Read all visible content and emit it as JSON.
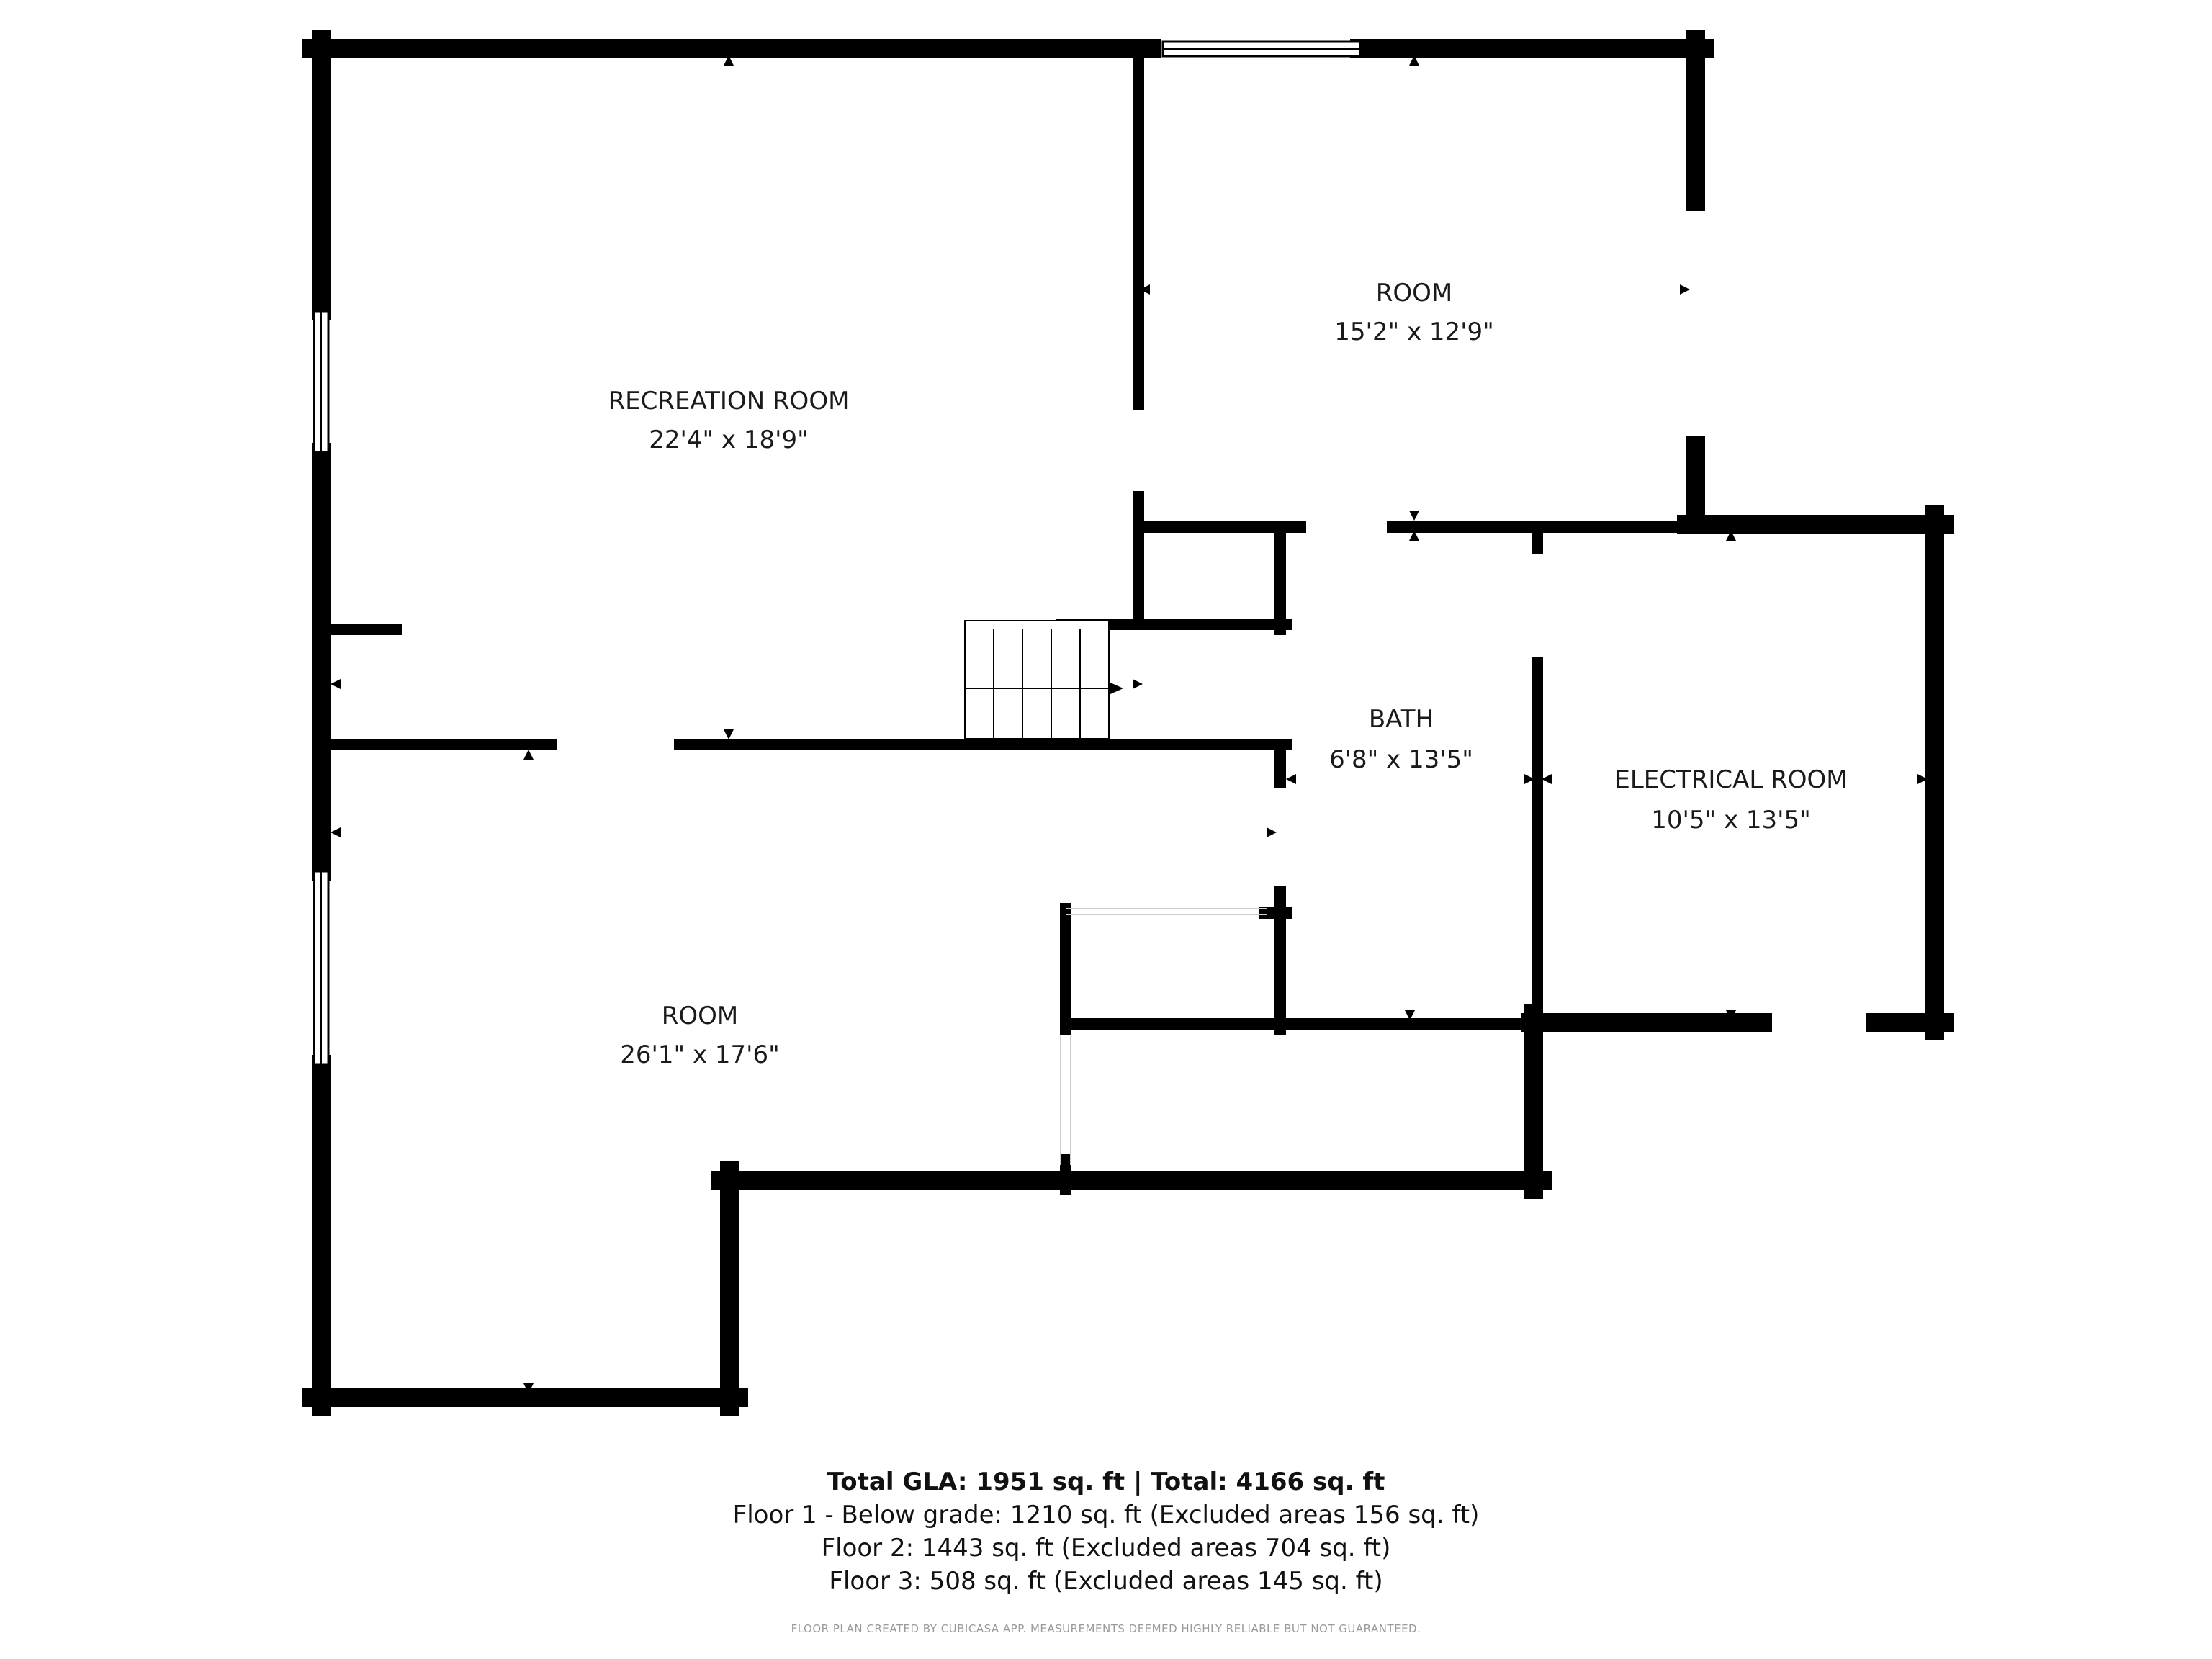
{
  "floor_plan": {
    "rooms": [
      {
        "key": "recreation",
        "name": "RECREATION ROOM",
        "dimensions": "22'4\" x 18'9\""
      },
      {
        "key": "room_upper",
        "name": "ROOM",
        "dimensions": "15'2\" x 12'9\""
      },
      {
        "key": "bath",
        "name": "BATH",
        "dimensions": "6'8\" x 13'5\""
      },
      {
        "key": "electrical",
        "name": "ELECTRICAL ROOM",
        "dimensions": "10'5\" x 13'5\""
      },
      {
        "key": "room_lower",
        "name": "ROOM",
        "dimensions": "26'1\" x 17'6\""
      }
    ]
  },
  "summary": {
    "total_line": "Total GLA: 1951 sq. ft | Total: 4166 sq. ft",
    "floor_lines": [
      "Floor 1 - Below grade: 1210 sq. ft (Excluded areas 156 sq. ft)",
      "Floor 2: 1443 sq. ft (Excluded areas 704 sq. ft)",
      "Floor 3: 508 sq. ft (Excluded areas 145 sq. ft)"
    ]
  },
  "credit": "FLOOR PLAN CREATED BY CUBICASA APP. MEASUREMENTS DEEMED HIGHLY RELIABLE BUT NOT GUARANTEED.",
  "colors": {
    "wall": "#000000",
    "background": "#ffffff",
    "text": "#1a1a1a"
  }
}
